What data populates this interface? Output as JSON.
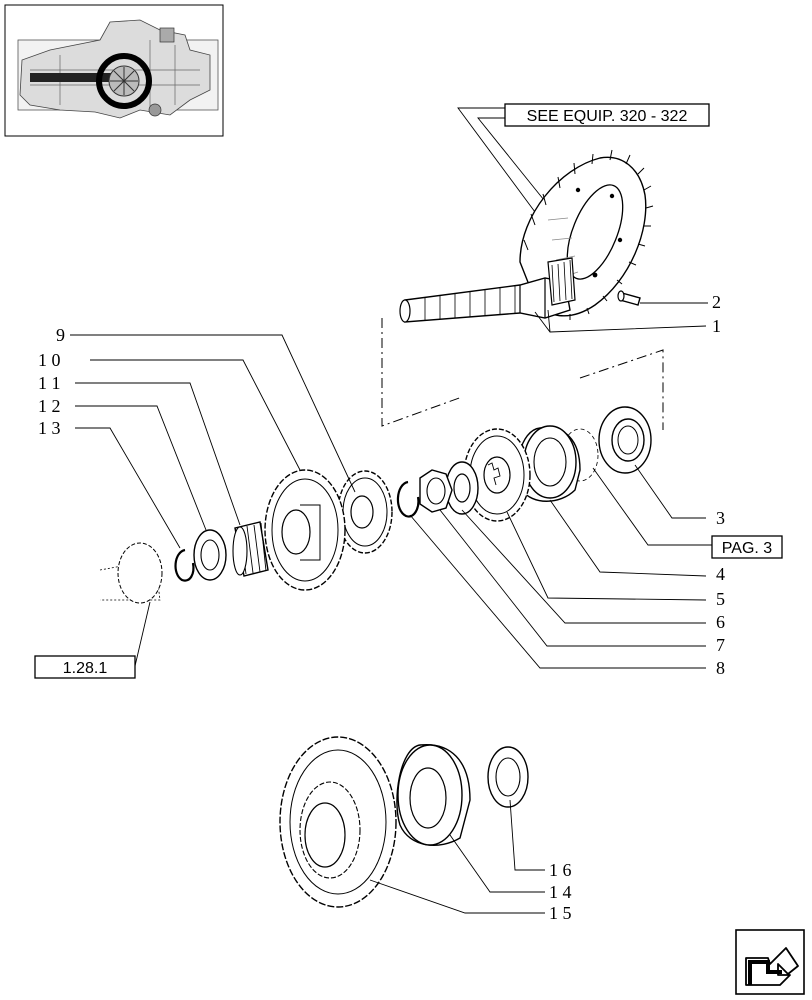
{
  "references": {
    "see_equip": "SEE EQUIP. 320 - 322",
    "pag": "PAG. 3",
    "section": "1.28.1"
  },
  "callouts": {
    "c1": "1",
    "c2": "2",
    "c3": "3",
    "c4": "4",
    "c5": "5",
    "c6": "6",
    "c7": "7",
    "c8": "8",
    "c9": "9",
    "c10": "1 0",
    "c11": "1 1",
    "c12": "1 2",
    "c13": "1 3",
    "c14": "1 4",
    "c15": "1 5",
    "c16": "1 6"
  },
  "nav": {
    "icon": "next-page-arrow-icon"
  }
}
